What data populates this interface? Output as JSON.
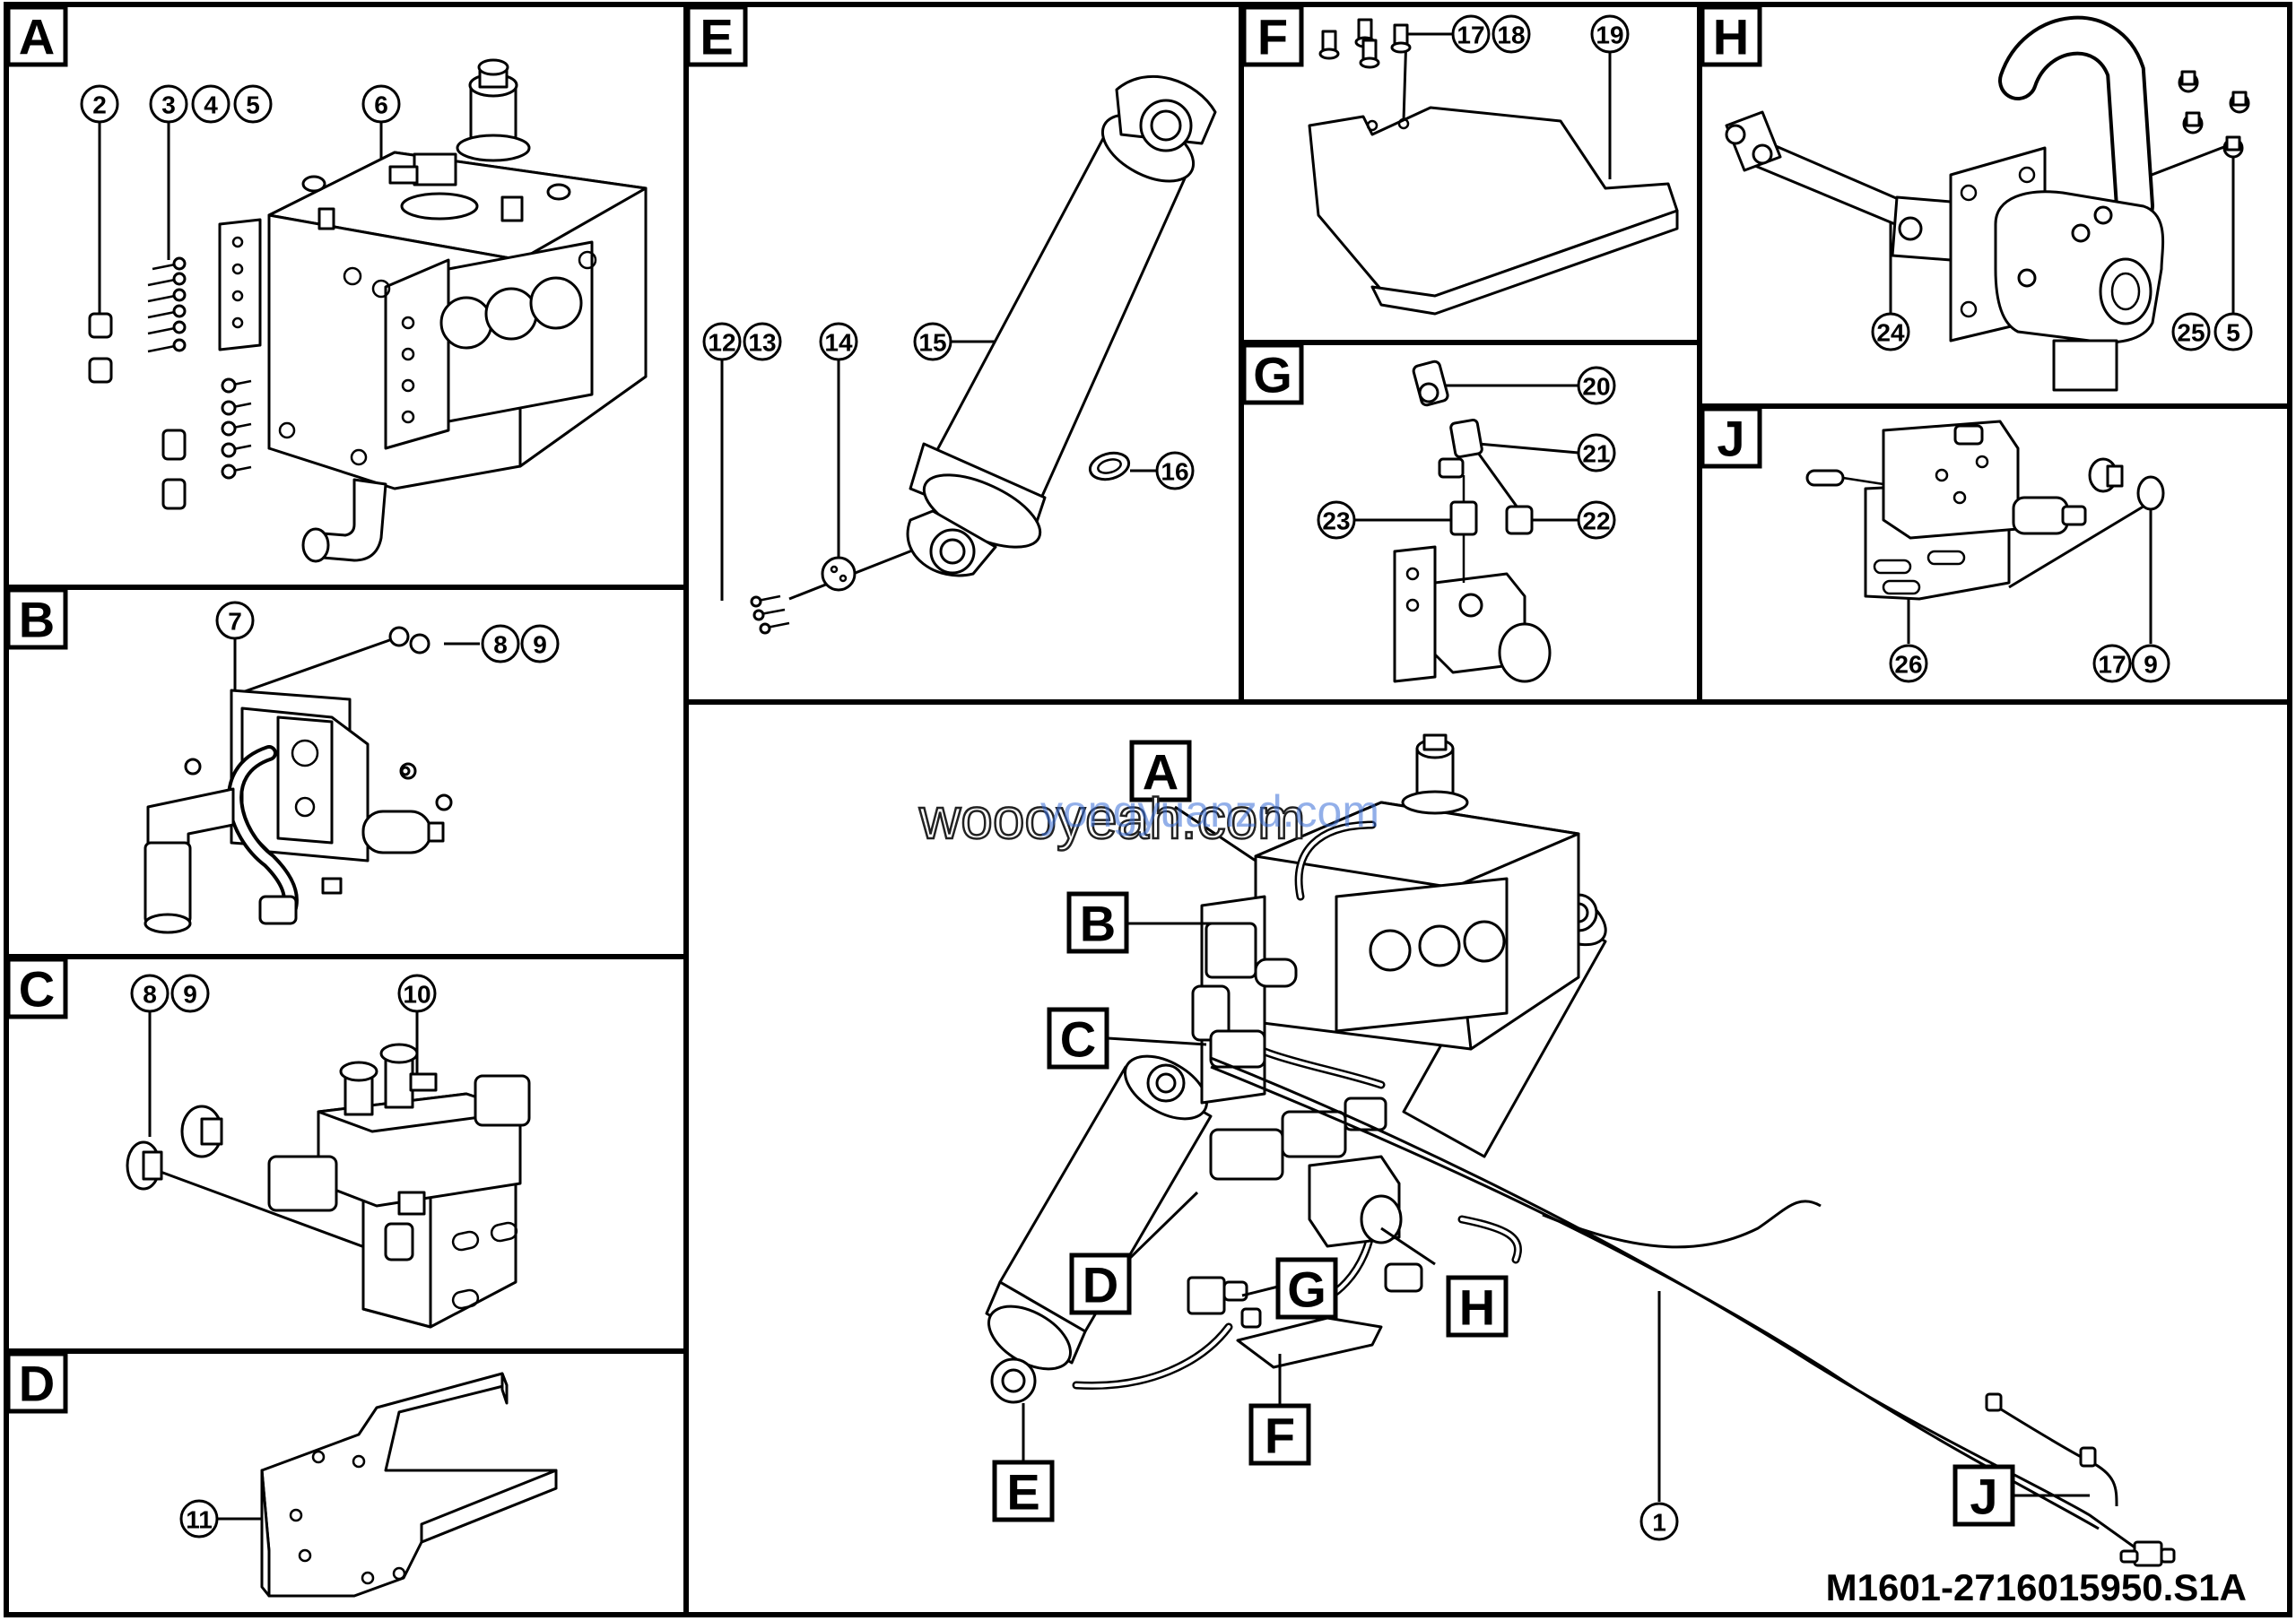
{
  "panels": {
    "A": {
      "tag": "A",
      "callouts": [
        "2",
        "3",
        "4",
        "5",
        "6"
      ]
    },
    "B": {
      "tag": "B",
      "callouts": [
        "7",
        "8",
        "9"
      ]
    },
    "C": {
      "tag": "C",
      "callouts": [
        "8",
        "9",
        "10"
      ]
    },
    "D": {
      "tag": "D",
      "callouts": [
        "11"
      ]
    },
    "E": {
      "tag": "E",
      "callouts": [
        "12",
        "13",
        "14",
        "15",
        "16"
      ]
    },
    "F": {
      "tag": "F",
      "callouts": [
        "17",
        "18",
        "19"
      ]
    },
    "G": {
      "tag": "G",
      "callouts": [
        "20",
        "21",
        "22",
        "23"
      ]
    },
    "H": {
      "tag": "H",
      "callouts": [
        "24",
        "25",
        "5"
      ]
    },
    "J": {
      "tag": "J",
      "callouts": [
        "26",
        "17",
        "9"
      ]
    }
  },
  "overview": {
    "tags": [
      "A",
      "B",
      "C",
      "D",
      "E",
      "F",
      "G",
      "H",
      "J"
    ],
    "callouts": [
      "1"
    ]
  },
  "drawing_code": "M1601-2716015950.S1A",
  "watermark": {
    "primary": "woooyeah.com",
    "secondary": "yongyuanzd.com"
  }
}
